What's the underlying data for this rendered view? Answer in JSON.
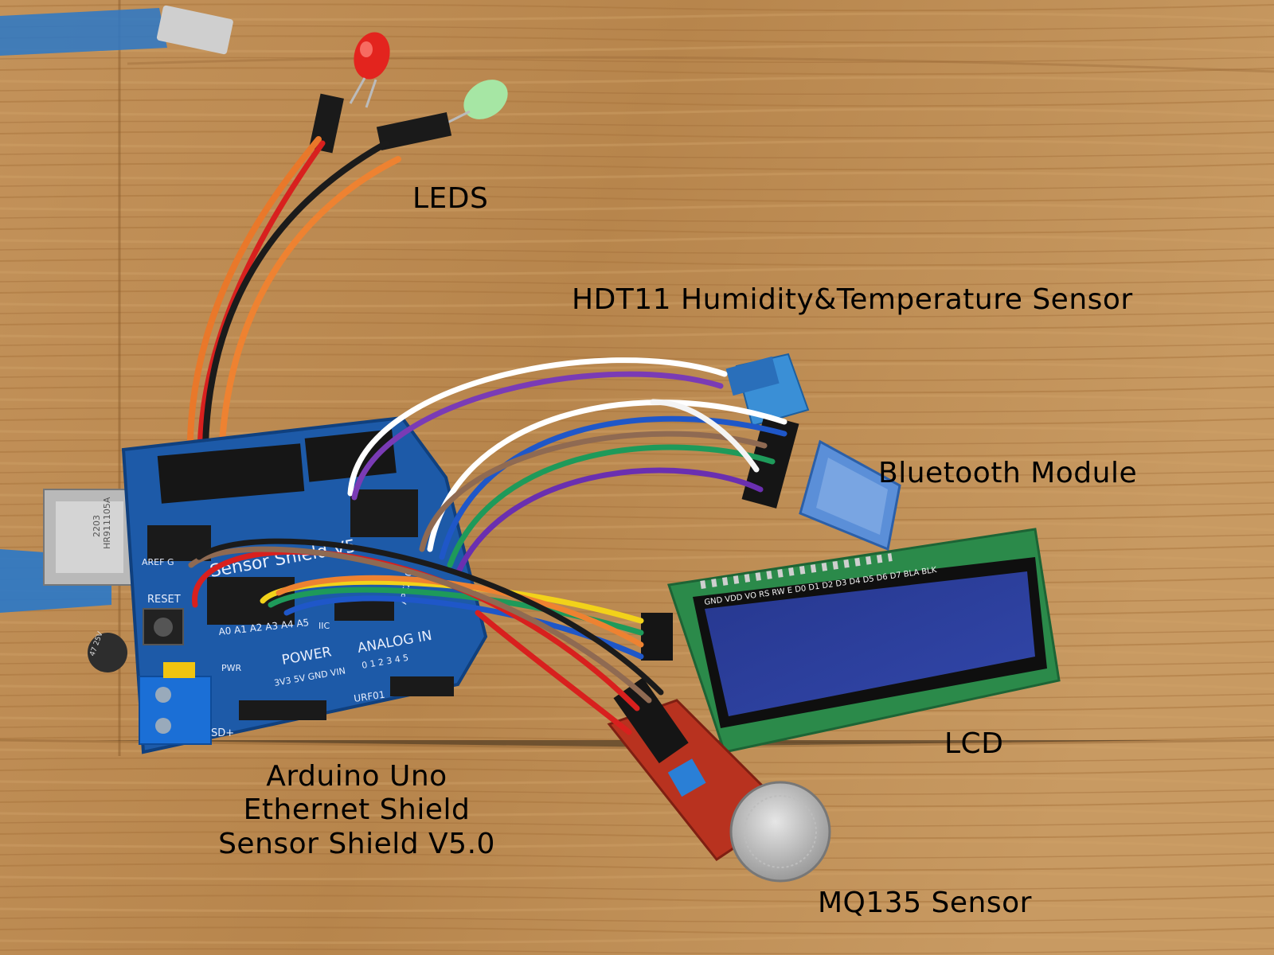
{
  "labels": {
    "leds": "LEDS",
    "hdt11": "HDT11 Humidity&Temperature Sensor",
    "bluetooth": "Bluetooth Module",
    "lcd": "LCD",
    "arduino": "Arduino Uno\nEthernet Shield\nSensor Shield V5.0",
    "mq135": "MQ135 Sensor"
  },
  "board_text": {
    "reset": "RESET",
    "power": "POWER",
    "analog_in": "ANALOG IN",
    "sensor_shield": "Sensor Shield V5",
    "pwr": "PWR",
    "aref": "AREF G",
    "sd": "SD+",
    "urf": "URF01",
    "iic": "IIC",
    "apc": "APC220",
    "analog_pins": "A0 A1 A2 A3 A4 A5",
    "power_pins": "3V3 5V GND VIN",
    "analog_nums": "0 1 2 3 4 5",
    "jack_code": "HR911105A",
    "jack_num": "2203",
    "cap_text": "47 25V",
    "lcd_pins": "GND VDD VO RS RW E D0 D1 D2 D3 D4 D5 D6 D7 BLA BLK"
  },
  "colors": {
    "wood": "#b8874e",
    "board": "#1d5aa8",
    "lcd_screen": "#2b3f9c",
    "lcd_pcb": "#2b8a4a",
    "mq_pcb": "#b8321f",
    "led_red": "#e3241e",
    "led_green": "#9be29a"
  },
  "icons": [
    "arduino-board-icon",
    "lcd-module-icon",
    "bluetooth-module-icon",
    "dht11-sensor-icon",
    "mq135-sensor-icon",
    "led-icon",
    "usb-cable-icon"
  ]
}
